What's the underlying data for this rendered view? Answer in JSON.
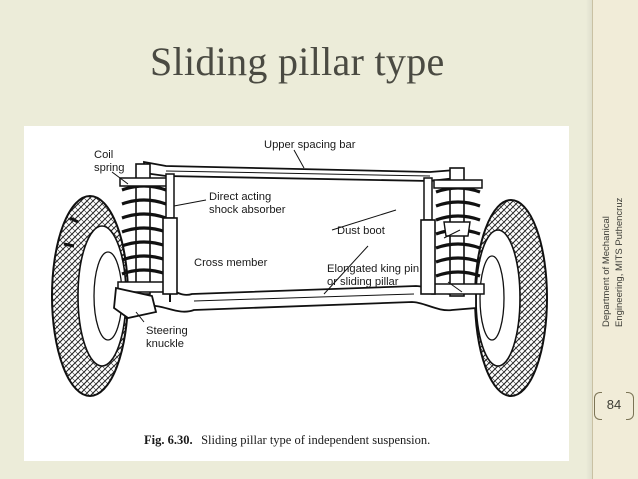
{
  "slide": {
    "title": "Sliding pillar type",
    "sidebar_line1": "Department of Mechanical",
    "sidebar_line2": "Engineering, MITS Puthencruz",
    "page_number": "84"
  },
  "figure": {
    "labels": {
      "upper_spacing_bar": "Upper spacing bar",
      "coil": "Coil",
      "spring": "spring",
      "direct_acting": "Direct acting",
      "shock_absorber": "shock absorber",
      "dust_boot": "Dust boot",
      "cross_member": "Cross member",
      "elongated_king_pin": "Elongated king pin",
      "or_sliding_pillar": "or sliding pillar",
      "steering": "Steering",
      "knuckle": "knuckle"
    },
    "caption_number": "Fig. 6.30.",
    "caption_text": "Sliding pillar type of independent suspension."
  }
}
